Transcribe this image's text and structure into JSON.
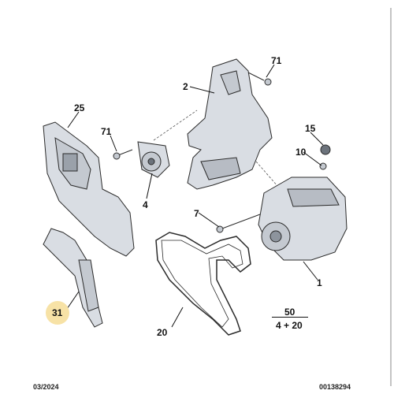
{
  "callouts": {
    "c71_top": "71",
    "c2": "2",
    "c25": "25",
    "c71_left": "71",
    "c15": "15",
    "c10": "10",
    "c4": "4",
    "c7": "7",
    "c1": "1",
    "c31": "31",
    "c20": "20"
  },
  "ratio": {
    "top": "50",
    "bottom": "4 + 20"
  },
  "footer": {
    "date": "03/2024",
    "ref": "00138294"
  },
  "colors": {
    "highlight": "#f7e2a6",
    "part_fill": "#d9dde3",
    "part_stroke": "#2b2b2b"
  }
}
